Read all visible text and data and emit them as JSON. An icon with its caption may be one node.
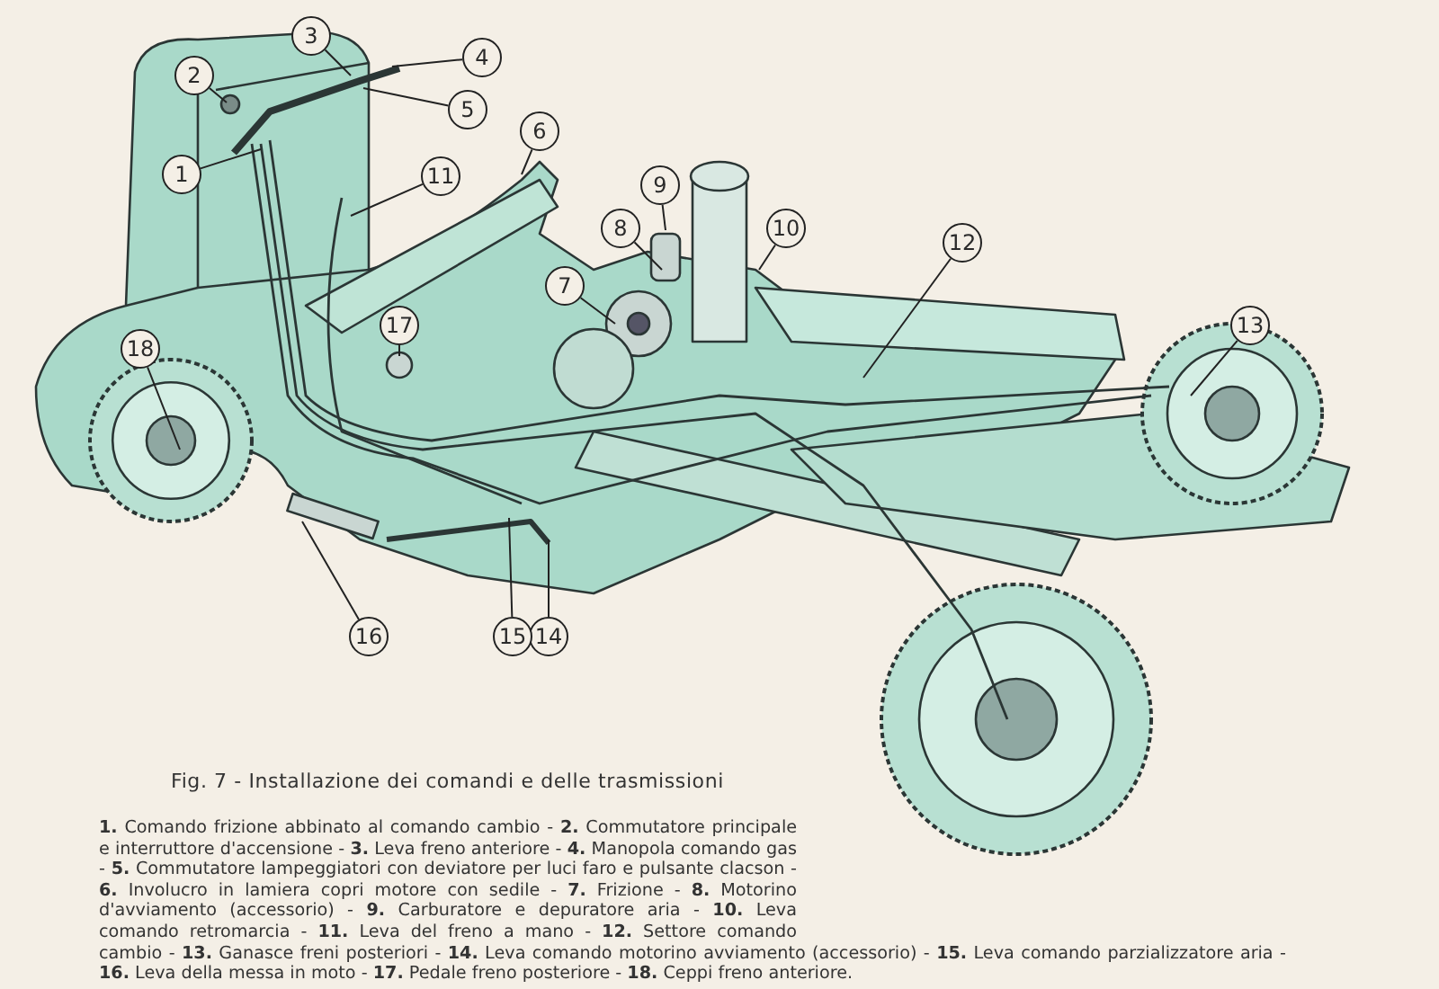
{
  "diagram": {
    "caption": "Fig. 7 - Installazione dei comandi e delle trasmissioni",
    "nodes": [
      {
        "text": [
          "1"
        ]
      },
      {
        "text": [
          "2"
        ]
      },
      {
        "text": [
          "3"
        ]
      },
      {
        "text": [
          "4"
        ]
      },
      {
        "text": [
          "5"
        ]
      },
      {
        "text": [
          "6"
        ]
      },
      {
        "text": [
          "7"
        ]
      },
      {
        "text": [
          "8"
        ]
      },
      {
        "text": [
          "9"
        ]
      },
      {
        "text": [
          "10"
        ]
      },
      {
        "text": [
          "11"
        ]
      },
      {
        "text": [
          "12"
        ]
      },
      {
        "text": [
          "13"
        ]
      },
      {
        "text": [
          "14"
        ]
      },
      {
        "text": [
          "15"
        ]
      },
      {
        "text": [
          "16"
        ]
      },
      {
        "text": [
          "17"
        ]
      },
      {
        "text": [
          "18"
        ]
      }
    ],
    "edges": [
      {
        "from": 0,
        "to": null,
        "arrow": "none"
      },
      {
        "from": 1,
        "to": null,
        "arrow": "none"
      },
      {
        "from": 2,
        "to": null,
        "arrow": "none"
      },
      {
        "from": 3,
        "to": null,
        "arrow": "none"
      },
      {
        "from": 4,
        "to": null,
        "arrow": "none"
      },
      {
        "from": 5,
        "to": null,
        "arrow": "none"
      },
      {
        "from": 6,
        "to": null,
        "arrow": "none"
      },
      {
        "from": 7,
        "to": null,
        "arrow": "none"
      },
      {
        "from": 8,
        "to": null,
        "arrow": "none"
      },
      {
        "from": 9,
        "to": null,
        "arrow": "none"
      },
      {
        "from": 10,
        "to": null,
        "arrow": "none"
      },
      {
        "from": 11,
        "to": null,
        "arrow": "none"
      },
      {
        "from": 12,
        "to": null,
        "arrow": "none"
      },
      {
        "from": 13,
        "to": null,
        "arrow": "none"
      },
      {
        "from": 14,
        "to": null,
        "arrow": "none"
      },
      {
        "from": 15,
        "to": null,
        "arrow": "none"
      },
      {
        "from": 16,
        "to": null,
        "arrow": "none"
      },
      {
        "from": 17,
        "to": null,
        "arrow": "none"
      }
    ],
    "labels": [
      "**1.** Comando frizione abbinato al comando cambio - **2.** Commutatore principale e interruttore d'accensione - **3.** Leva freno anteriore - **4.** Manopola comando gas - **5.** Commutatore lampeggiatori con deviatore per luci faro e pulsante clacson - **6.** Involucro in lamiera copri motore con sedile - **7.** Frizione - **8.** Motorino d'avviamento (accessorio) - **9.** Carburatore e depuratore aria - **10.** Leva comando retromarcia - **11.** Leva del freno a mano - **12.** Settore comando cambio - **13.** Ganasce freni posteriori - **14.** Leva comando motorino avviamento (accessorio) - **15.** Leva comando parzializzatore aria - **16.** Leva della messa in moto - **17.** Pedale freno posteriore - **18.** Ceppi freno anteriore."
    ]
  }
}
